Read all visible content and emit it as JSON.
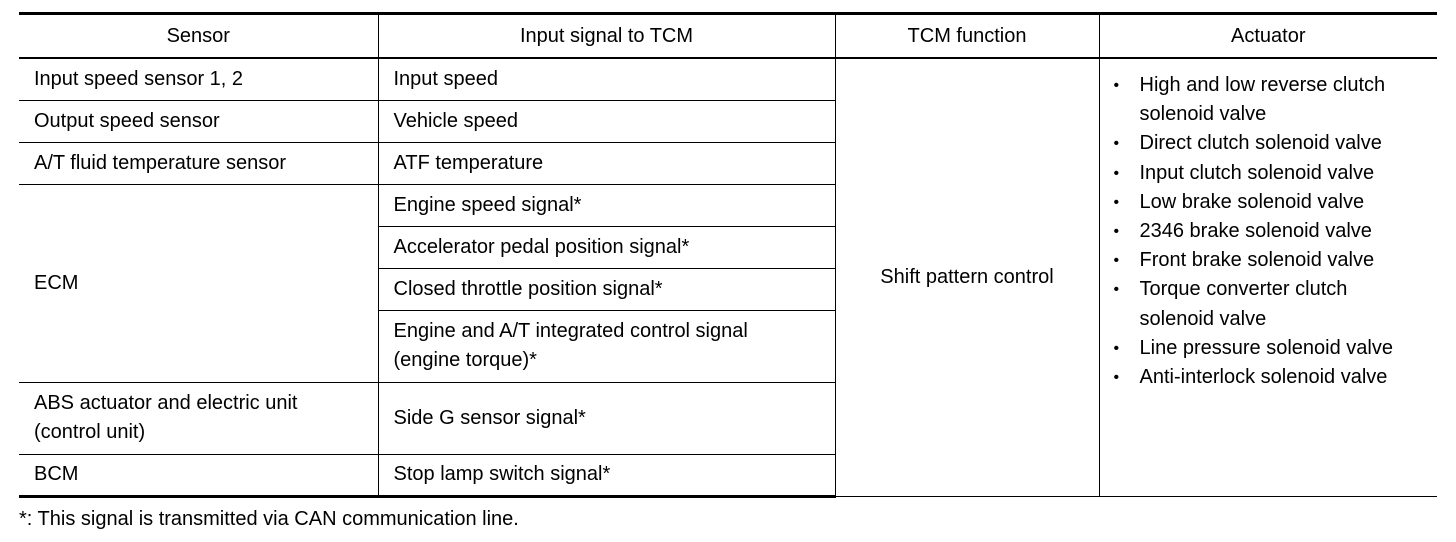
{
  "table": {
    "headers": [
      "Sensor",
      "Input signal to TCM",
      "TCM function",
      "Actuator"
    ],
    "rows": [
      {
        "sensor": "Input speed sensor 1, 2",
        "signal": "Input speed"
      },
      {
        "sensor": "Output speed sensor",
        "signal": "Vehicle speed"
      },
      {
        "sensor": "A/T fluid temperature sensor",
        "signal": "ATF temperature"
      },
      {
        "sensor": "ECM",
        "signals": [
          "Engine speed signal*",
          "Accelerator pedal position signal*",
          "Closed throttle position signal*",
          "Engine and A/T integrated control signal (engine torque)*"
        ]
      },
      {
        "sensor": "ABS actuator and electric unit (control unit)",
        "signal": "Side G sensor signal*"
      },
      {
        "sensor": "BCM",
        "signal": "Stop lamp switch signal*"
      }
    ],
    "tcm_function": "Shift pattern control",
    "bullet": "•",
    "actuators": [
      "High and low reverse clutch solenoid valve",
      "Direct clutch solenoid valve",
      "Input clutch solenoid valve",
      "Low brake solenoid valve",
      "2346 brake solenoid valve",
      "Front brake solenoid valve",
      "Torque converter clutch solenoid valve",
      "Line pressure solenoid valve",
      "Anti-interlock solenoid valve"
    ]
  },
  "footnote": "*: This signal is transmitted via CAN communication line."
}
